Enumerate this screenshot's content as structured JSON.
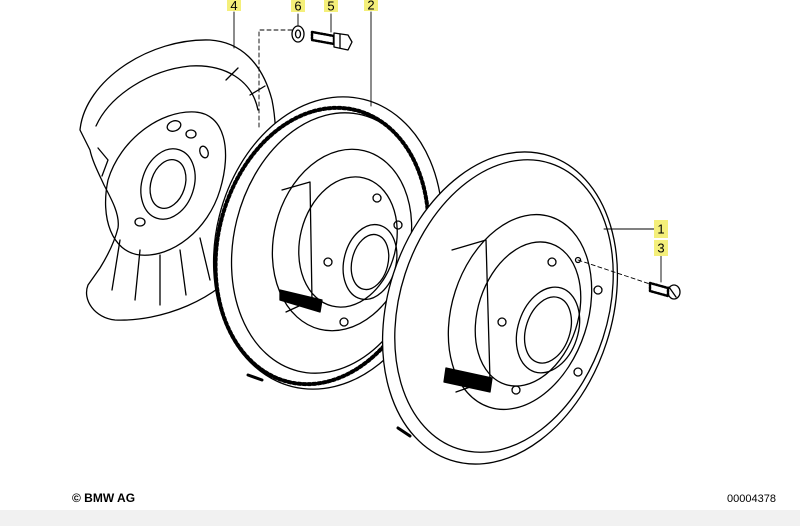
{
  "callouts": {
    "part_1": "1",
    "part_2": "2",
    "part_3": "3",
    "part_4": "4",
    "part_5": "5",
    "part_6": "6"
  },
  "footer": {
    "copyright": "© BMW AG",
    "diagram_number": "00004378"
  },
  "colors": {
    "callout_highlight": "#f4ef7a",
    "line": "#000000",
    "background": "#ffffff"
  }
}
